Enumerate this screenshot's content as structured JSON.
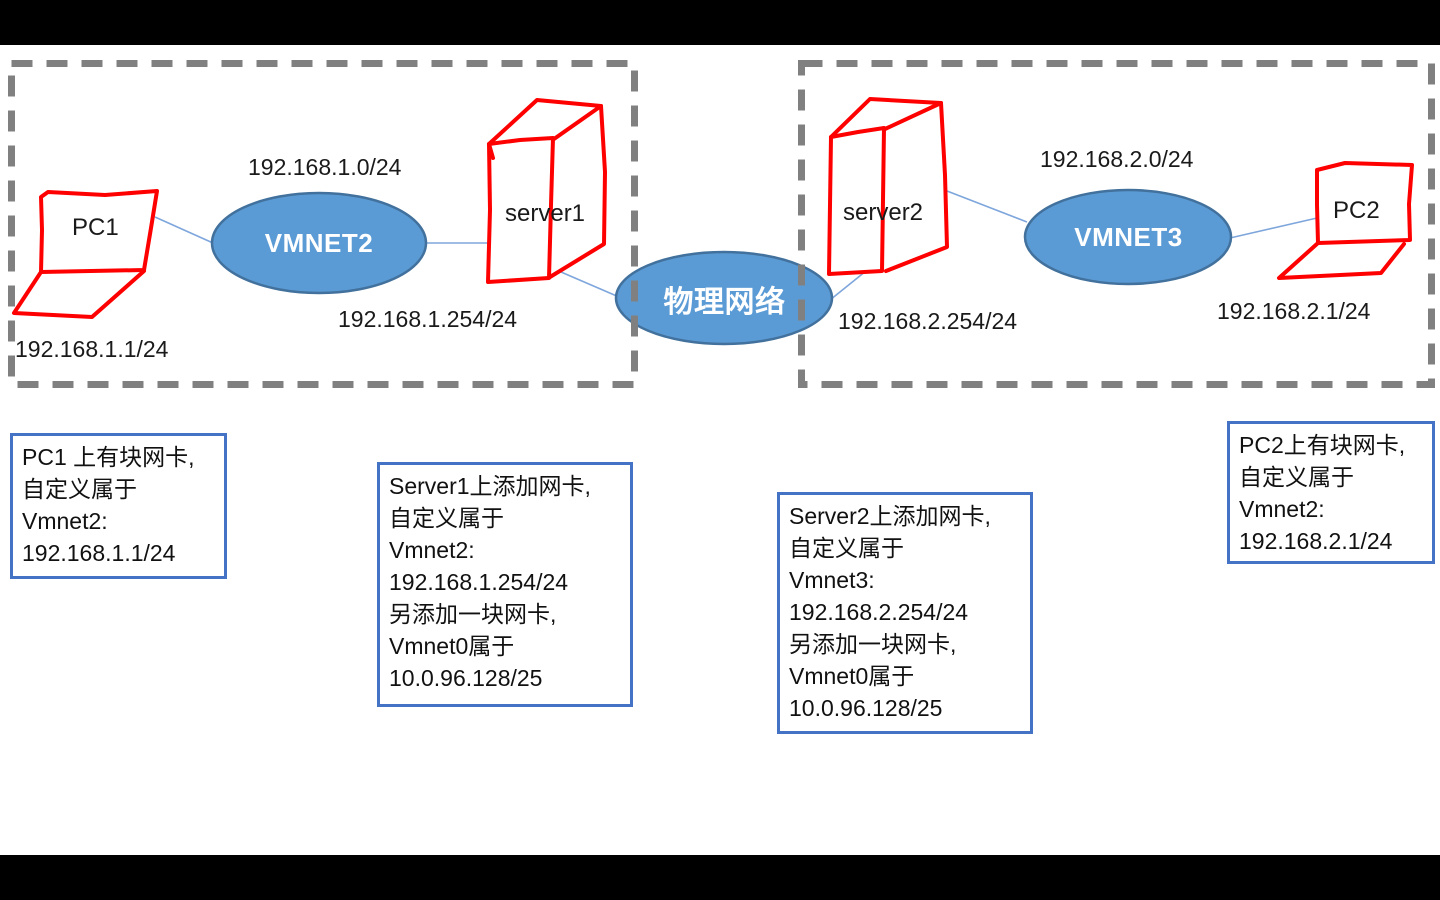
{
  "left_zone": {
    "pc_label": "PC1",
    "pc_ip": "192.168.1.1/24",
    "hub_label": "VMNET2",
    "subnet": "192.168.1.0/24",
    "server_label": "server1",
    "server_ip": "192.168.1.254/24"
  },
  "center": {
    "physical_network_label": "物理网络"
  },
  "right_zone": {
    "server_label": "server2",
    "server_ip": "192.168.2.254/24",
    "hub_label": "VMNET3",
    "subnet": "192.168.2.0/24",
    "pc_label": "PC2",
    "pc_ip": "192.168.2.1/24"
  },
  "notes": {
    "pc1": "PC1 上有块网卡,\n自定义属于\nVmnet2:\n192.168.1.1/24",
    "server1": "Server1上添加网卡,\n自定义属于\nVmnet2:\n192.168.1.254/24\n另添加一块网卡,\nVmnet0属于\n10.0.96.128/25",
    "server2": "Server2上添加网卡,\n自定义属于\nVmnet3:\n192.168.2.254/24\n另添加一块网卡,\nVmnet0属于\n10.0.96.128/25",
    "pc2": "PC2上有块网卡,\n自定义属于\nVmnet2:\n192.168.2.1/24"
  },
  "colors": {
    "ellipse_fill": "#5B9BD5",
    "ellipse_border": "#41719C",
    "sketch_red": "#FF0000",
    "dashed_border_gray": "#808080",
    "note_border_blue": "#4472C4",
    "connector_blue": "#7EA6DC",
    "letterbox_black": "#000000"
  }
}
